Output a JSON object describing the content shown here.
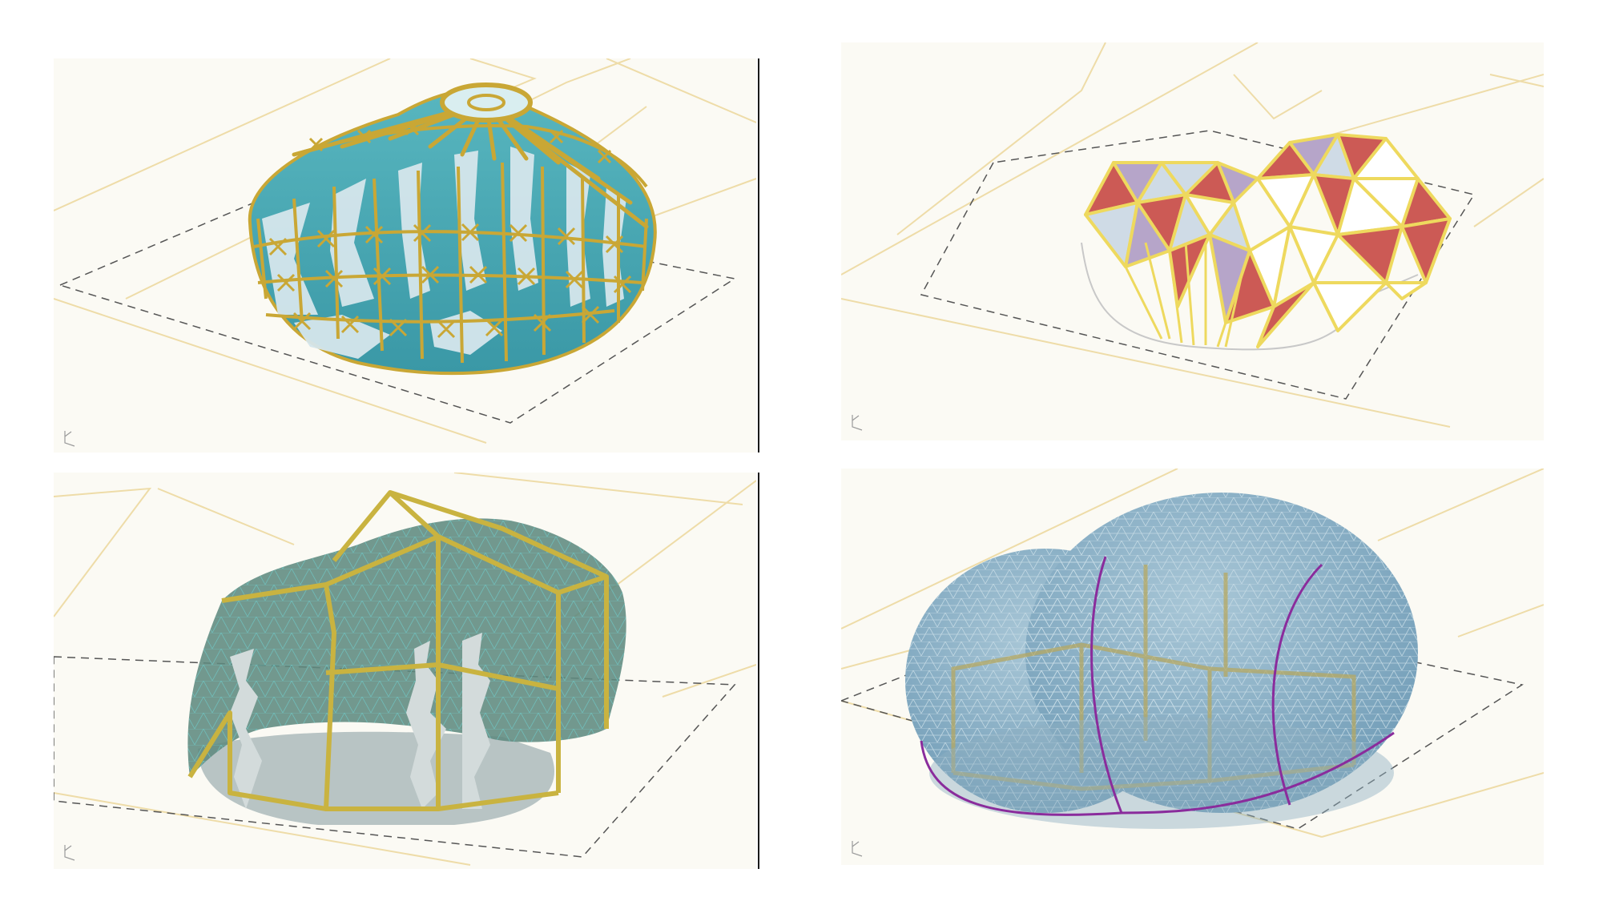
{
  "panels": [
    {
      "id": "panel-top-left",
      "subject": "yurt-lattice-structure"
    },
    {
      "id": "panel-top-right",
      "subject": "triangulated-frame-structure"
    },
    {
      "id": "panel-bottom-left",
      "subject": "cut-mesh-shell-structure"
    },
    {
      "id": "panel-bottom-right",
      "subject": "double-dome-geodesic-structure"
    }
  ],
  "colors": {
    "background": "#fbfaf4",
    "site_line": "#eedca8",
    "dashed_footprint": "#555555",
    "timber": "#c9a735",
    "teal_fabric": "#4aa9b4",
    "light_fabric": "#cfe1e8",
    "red_panel": "#cc5a55",
    "lilac_panel": "#b6a5c9",
    "shell_green": "#5f8a80",
    "dome_blue": "#7fa9c2",
    "purple_rib": "#8a2c9c"
  },
  "icons": [
    "axis-gizmo-icon"
  ]
}
